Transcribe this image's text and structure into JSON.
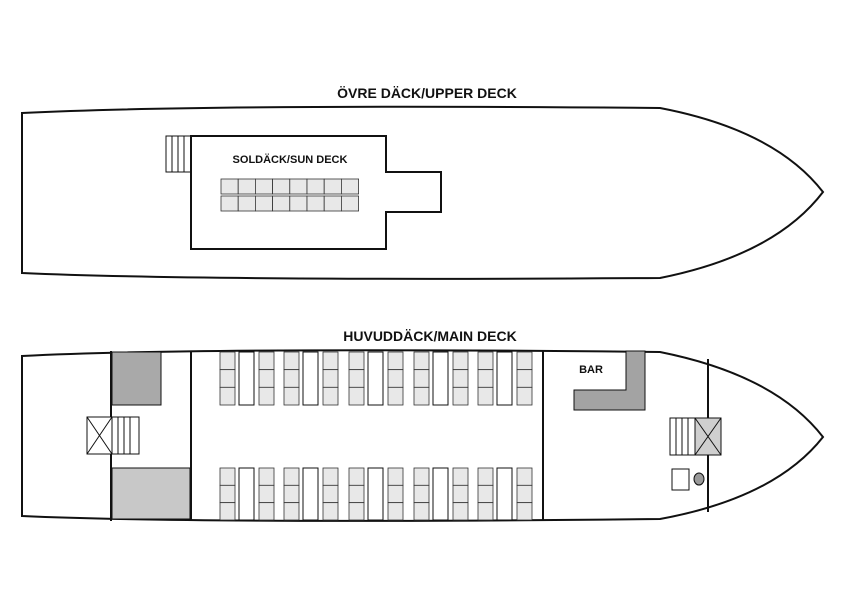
{
  "upper_deck": {
    "title": "ÖVRE DÄCK/UPPER DECK",
    "sun_deck_label": "SOLDÄCK/SUN DECK"
  },
  "main_deck": {
    "title": "HUVUDDÄCK/MAIN DECK",
    "bar_label": "BAR"
  },
  "colors": {
    "outline": "#111111",
    "seat_fill": "#e8e8e8",
    "dark_room": "#a9a9a9",
    "light_room": "#c8c8c8",
    "bar_counter": "#a3a3a3"
  }
}
